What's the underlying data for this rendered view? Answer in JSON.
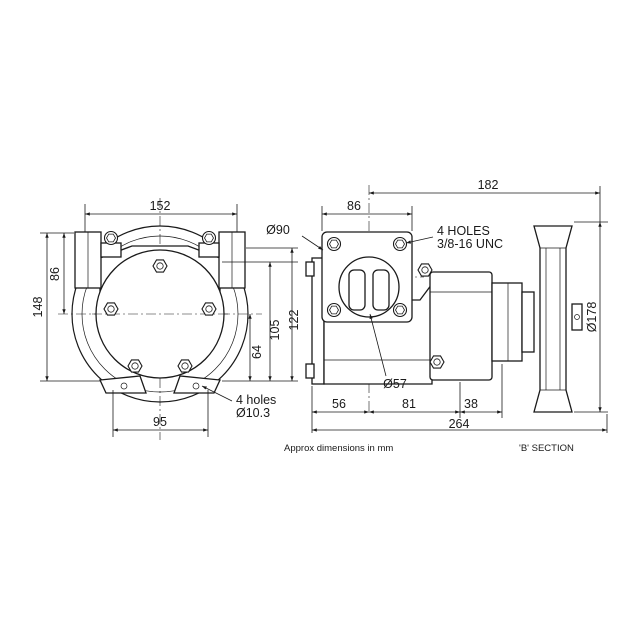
{
  "front_view": {
    "dim_width": "152",
    "dim_top_height": "86",
    "dim_height": "148",
    "dim_105": "105",
    "dim_122": "122",
    "dim_64": "64",
    "dim_95": "95",
    "holes_label": "4 holes",
    "holes_dia": "Ø10.3"
  },
  "side_view": {
    "dim_182": "182",
    "dim_86": "86",
    "flange_dia": "Ø90",
    "holes_label": "4 HOLES",
    "holes_thread": "3/8-16 UNC",
    "pulley_dia": "Ø178",
    "port_dia": "Ø57",
    "dim_56": "56",
    "dim_81": "81",
    "dim_38": "38",
    "dim_264": "264"
  },
  "footer": {
    "note": "Approx dimensions in mm",
    "section": "'B' SECTION"
  },
  "colors": {
    "line": "#1a1a1a",
    "background": "#ffffff"
  }
}
